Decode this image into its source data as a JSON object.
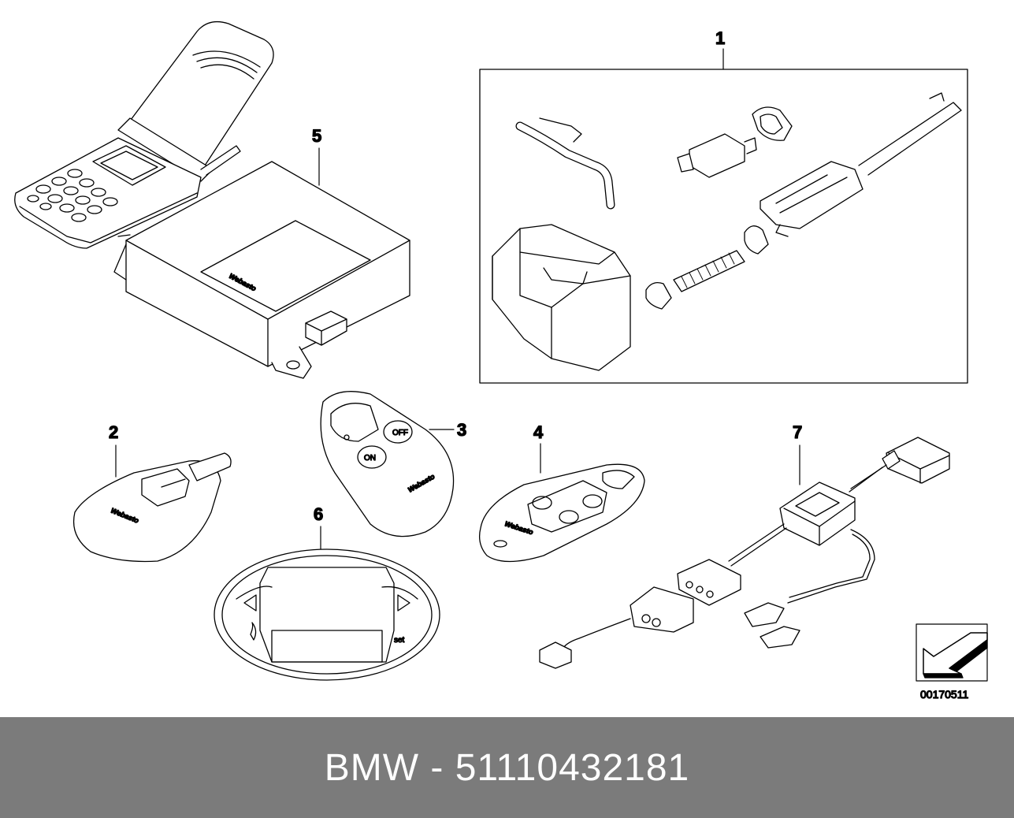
{
  "diagram": {
    "labels": {
      "p1": "1",
      "p2": "2",
      "p3": "3",
      "p4": "4",
      "p5": "5",
      "p6": "6",
      "p7": "7"
    },
    "reference_number": "00170511",
    "brand_marking": "Webasto",
    "remote_button_on": "ON",
    "remote_button_off": "OFF",
    "display_set_label": "set"
  },
  "footer": {
    "text": "BMW - 51110432181",
    "background": "#7b7b7b",
    "text_color": "#ffffff"
  }
}
